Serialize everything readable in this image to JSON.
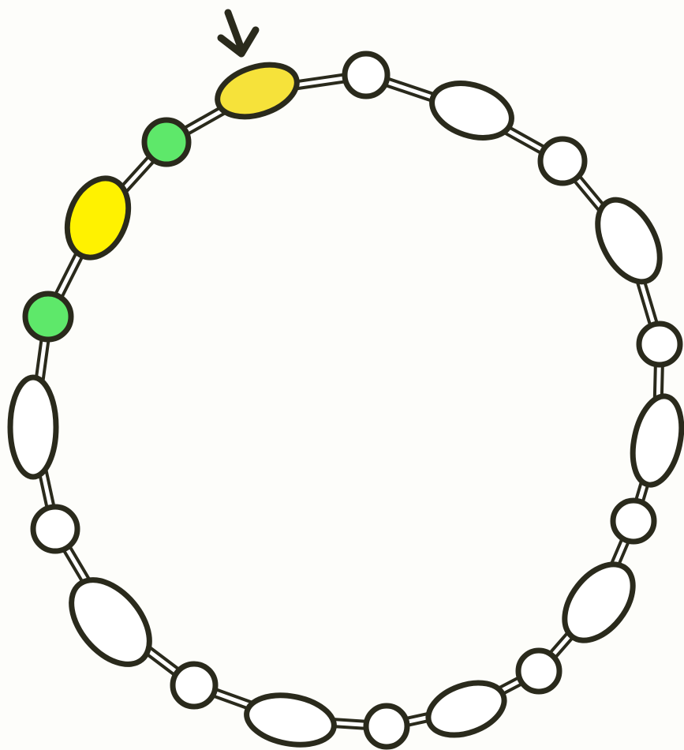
{
  "diagram": {
    "kind": "bead-necklace",
    "marker": {
      "icon": "down-arrow-icon",
      "points_to_bead": 0
    },
    "colors": {
      "background": "#fdfdfa",
      "outline": "#2a2a1c",
      "cord_fill": "#ffffff",
      "plain_bead": "#ffffff",
      "yellow": "#f6e23a",
      "yellow_bright": "#fff200",
      "green": "#5ee86a"
    },
    "beads": [
      {
        "index": 0,
        "shape": "oval",
        "color": "yellow"
      },
      {
        "index": 1,
        "shape": "round",
        "color": "plain"
      },
      {
        "index": 2,
        "shape": "oval",
        "color": "plain"
      },
      {
        "index": 3,
        "shape": "round",
        "color": "plain"
      },
      {
        "index": 4,
        "shape": "oval",
        "color": "plain"
      },
      {
        "index": 5,
        "shape": "round",
        "color": "plain"
      },
      {
        "index": 6,
        "shape": "oval",
        "color": "plain"
      },
      {
        "index": 7,
        "shape": "round",
        "color": "plain"
      },
      {
        "index": 8,
        "shape": "oval",
        "color": "plain"
      },
      {
        "index": 9,
        "shape": "round",
        "color": "plain"
      },
      {
        "index": 10,
        "shape": "oval",
        "color": "plain"
      },
      {
        "index": 11,
        "shape": "round",
        "color": "plain"
      },
      {
        "index": 12,
        "shape": "oval",
        "color": "plain"
      },
      {
        "index": 13,
        "shape": "round",
        "color": "plain"
      },
      {
        "index": 14,
        "shape": "oval",
        "color": "plain"
      },
      {
        "index": 15,
        "shape": "round",
        "color": "plain"
      },
      {
        "index": 16,
        "shape": "oval",
        "color": "plain"
      },
      {
        "index": 17,
        "shape": "round",
        "color": "green"
      },
      {
        "index": 18,
        "shape": "oval",
        "color": "yellow_bright"
      },
      {
        "index": 19,
        "shape": "round",
        "color": "green"
      }
    ]
  }
}
